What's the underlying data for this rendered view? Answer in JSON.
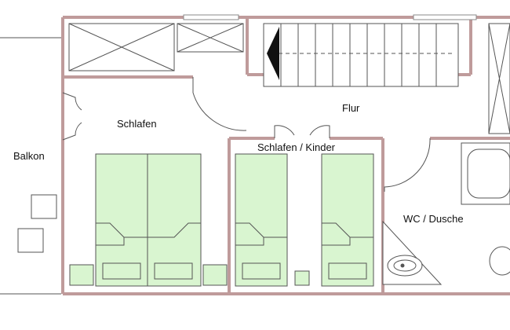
{
  "rooms": {
    "balkon": "Balkon",
    "schlafen": "Schlafen",
    "flur": "Flur",
    "kinder": "Schlafen / Kinder",
    "wc": "WC / Dusche"
  },
  "colors": {
    "wall": "#bf9b9b",
    "bed_fill": "#d9f5d0",
    "line": "#555555",
    "background": "#ffffff"
  }
}
